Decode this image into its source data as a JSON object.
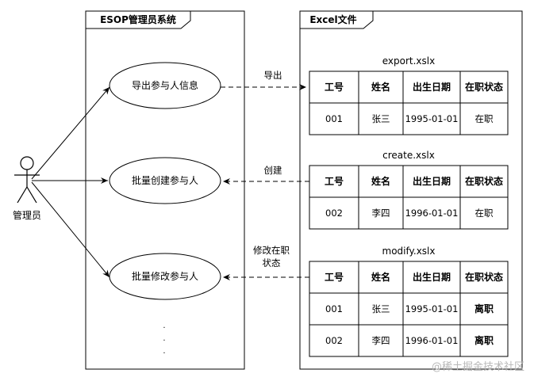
{
  "system_box": {
    "title": "ESOP管理员系统"
  },
  "excel_box": {
    "title": "Excel文件"
  },
  "actor": {
    "label": "管理员"
  },
  "use_cases": [
    {
      "label": "导出参与人信息"
    },
    {
      "label": "批量创建参与人"
    },
    {
      "label": "批量修改参与人"
    }
  ],
  "arrows": [
    {
      "label": "导出"
    },
    {
      "label": "创建"
    },
    {
      "label_lines": [
        "修改在职",
        "状态"
      ]
    }
  ],
  "tables": [
    {
      "filename": "export.xslx",
      "headers": [
        "工号",
        "姓名",
        "出生日期",
        "在职状态"
      ],
      "rows": [
        [
          "001",
          "张三",
          "1995-01-01",
          "在职"
        ]
      ]
    },
    {
      "filename": "create.xslx",
      "headers": [
        "工号",
        "姓名",
        "出生日期",
        "在职状态"
      ],
      "rows": [
        [
          "002",
          "李四",
          "1996-01-01",
          "在职"
        ]
      ]
    },
    {
      "filename": "modify.xslx",
      "headers": [
        "工号",
        "姓名",
        "出生日期",
        "在职状态"
      ],
      "rows": [
        [
          "001",
          "张三",
          "1995-01-01",
          "离职"
        ],
        [
          "002",
          "李四",
          "1996-01-01",
          "离职"
        ]
      ]
    }
  ],
  "ellipsis_marks": [
    ".",
    ".",
    "."
  ],
  "watermark": "@稀土掘金技术社区"
}
